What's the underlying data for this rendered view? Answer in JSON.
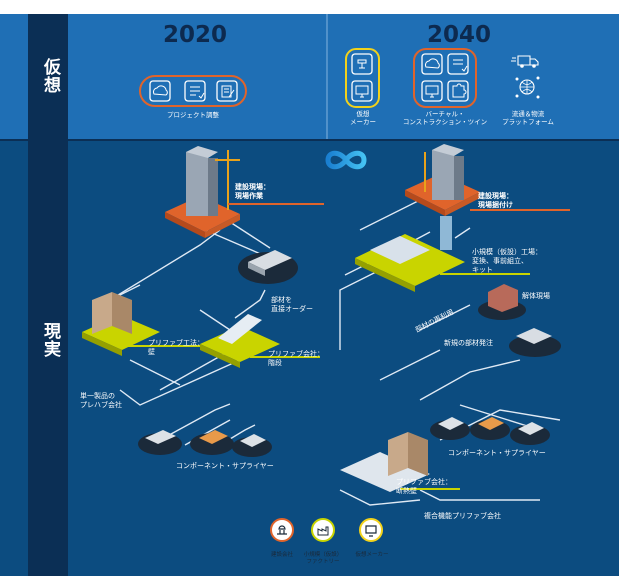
{
  "side": {
    "top": "仮想",
    "bottom": "現実"
  },
  "years": {
    "left": "2020",
    "right": "2040"
  },
  "virtual": {
    "project_label": "プロジェクト調整",
    "vmaker_label": [
      "仮想",
      "メーカー"
    ],
    "twin_label": [
      "バーチャル・",
      "コンストラクション・ツイン"
    ],
    "platform_label": [
      "流通＆物流",
      "プラットフォーム"
    ]
  },
  "left": {
    "site": [
      "建設現場：",
      "現場作業"
    ],
    "order": [
      "部材を",
      "直接オーダー"
    ],
    "prefab1": [
      "プリファブ工法：",
      "壁"
    ],
    "prefab2": [
      "プリファブ会社：",
      "階段"
    ],
    "single": [
      "単一製品の",
      "プレハブ会社"
    ],
    "supplier": "コンポーネント・サプライヤー"
  },
  "right": {
    "site": [
      "建設現場：",
      "現場据付け"
    ],
    "factory": [
      "小規模（仮設）工場：",
      "変換、事前組立、",
      "キット"
    ],
    "demolition": "解体現場",
    "reuse": "部材の再利用",
    "new_order": "新規の部材発注",
    "supplier": "コンポーネント・サプライヤー",
    "prefab": [
      "プリファブ会社：",
      "断熱壁"
    ],
    "multi": "複合機能プリファブ会社"
  },
  "legend": [
    {
      "icon": "construction-company-icon",
      "label": [
        "建設会社"
      ]
    },
    {
      "icon": "micro-factory-icon",
      "label": [
        "小規模（仮設）",
        "ファクトリー"
      ]
    },
    {
      "icon": "virtual-maker-icon",
      "label": [
        "仮想メーカー"
      ]
    }
  ],
  "colors": {
    "top_band": "#1f6fb5",
    "bottom_band": "#0c4c80",
    "side_bar": "#0b2f55",
    "accent_orange": "#e0642b",
    "accent_yellow": "#f2d21b",
    "accent_green": "#c9d400",
    "infinity": "#2fa3e8"
  }
}
